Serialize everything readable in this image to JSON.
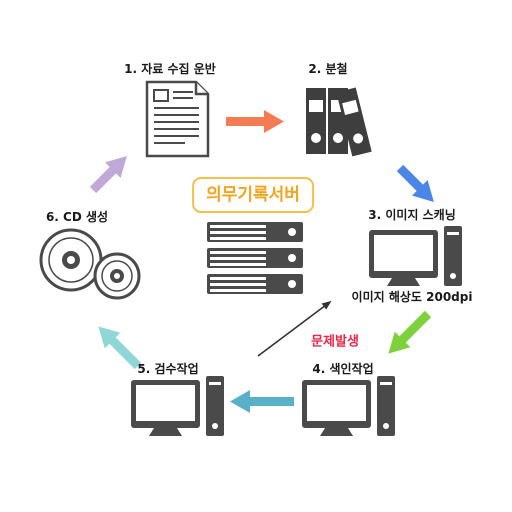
{
  "center": {
    "title": "의무기록서버"
  },
  "steps": [
    {
      "label": "1. 자료 수집 운반"
    },
    {
      "label": "2. 분철"
    },
    {
      "label": "3. 이미지 스캐닝"
    },
    {
      "label": "4. 색인작업"
    },
    {
      "label": "5. 검수작업"
    },
    {
      "label": "6. CD 생성"
    }
  ],
  "scan_note": "이미지 해상도 200dpi",
  "problem_label": "문제발생",
  "colors": {
    "arrow_1_2": "#f47c55",
    "arrow_2_3": "#4a86e8",
    "arrow_3_4": "#7ed13c",
    "arrow_4_5": "#5ab0c8",
    "arrow_5_6": "#8fd6d6",
    "arrow_6_1": "#c0a8d8",
    "device": "#4a4a4a",
    "title_accent": "#f2a51c",
    "problem": "#e8284b"
  }
}
